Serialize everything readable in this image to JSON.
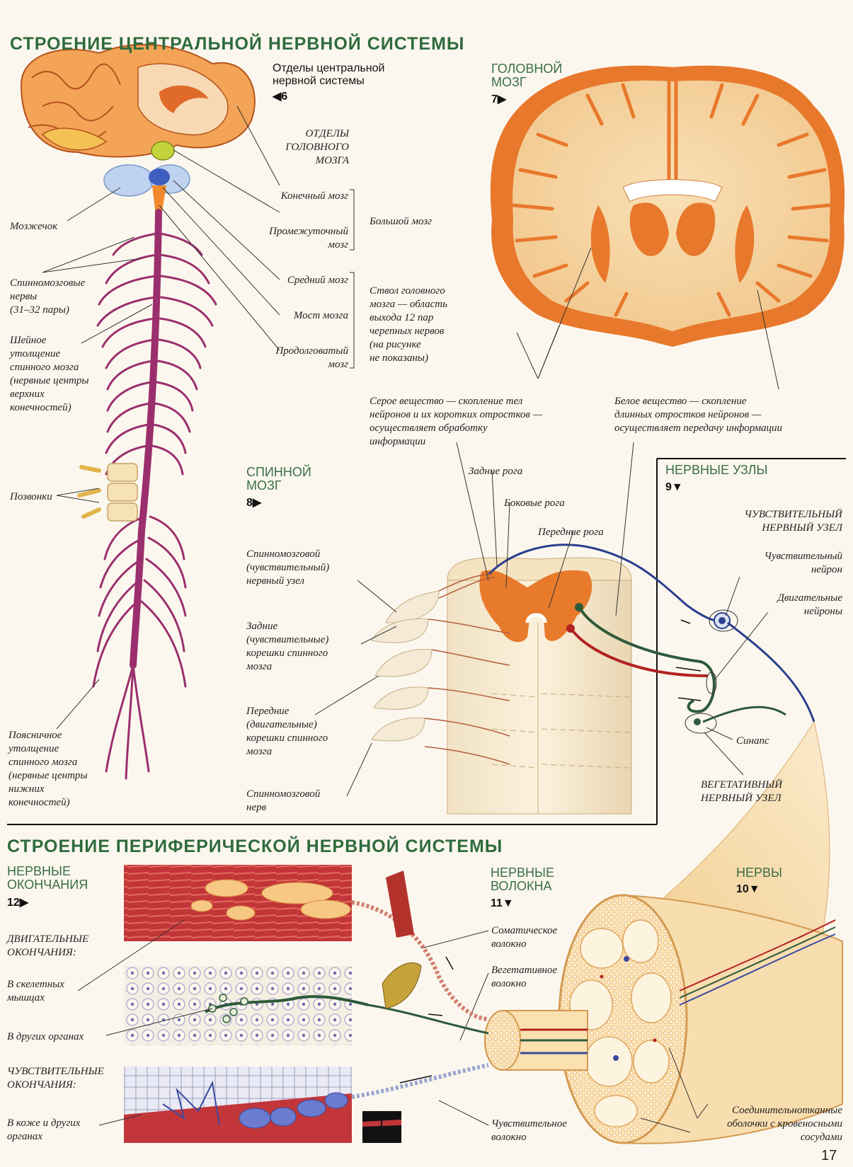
{
  "cns": {
    "title": "СТРОЕНИЕ ЦЕНТРАЛЬНОЙ НЕРВНОЙ СИСТЕМЫ",
    "sections_caption": "Отделы центральной\nнервной системы",
    "sections_ref": "◀6",
    "brain_sections_heading": "ОТДЕЛЫ\nГОЛОВНОГО\nМОЗГА",
    "telencephalon": "Конечный мозг",
    "diencephalon": "Промежуточный\nмозг",
    "cerebrum": "Большой мозг",
    "midbrain": "Средний мозг",
    "pons": "Мост мозга",
    "medulla": "Продолговатый\nмозг",
    "brainstem": "Ствол головного\nмозга — область\nвыхода 12 пар\nчерепных нервов\n(на рисунке\nне показаны)",
    "cerebellum": "Мозжечок",
    "spinal_nerves": "Спинномозговые\nнервы\n(31–32 пары)",
    "cervical": "Шейное\nутолщение\nспинного мозга\n(нервные центры\nверхних\nконечностей)",
    "vertebrae": "Позвонки",
    "lumbar": "Поясничное\nутолщение\nспинного мозга\n(нервные центры\nнижних\nконечностей)"
  },
  "brain": {
    "title": "ГОЛОВНОЙ\nМОЗГ",
    "ref": "7▶",
    "grey": "Серое вещество — скопление тел\nнейронов и их коротких отростков —\nосуществляет обработку\nинформации",
    "white": "Белое вещество — скопление\nдлинных отростков нейронов —\nосуществляет передачу информации"
  },
  "spinal": {
    "title": "СПИННОЙ\nМОЗГ",
    "ref": "8▶",
    "posterior_horns": "Задние рога",
    "lateral_horns": "Боковые рога",
    "anterior_horns": "Передние рога",
    "ganglion": "Спинномозговой\n(чувствительный)\nнервный узел",
    "posterior_roots": "Задние\n(чувствительные)\nкорешки спинного\nмозга",
    "anterior_roots": "Передние\n(двигательные)\nкорешки спинного\nмозга",
    "nerve": "Спинномозговой\nнерв"
  },
  "ganglia": {
    "title": "НЕРВНЫЕ УЗЛЫ",
    "ref": "9▼",
    "sensory_ganglion": "ЧУВСТВИТЕЛЬНЫЙ\nНЕРВНЫЙ УЗЕЛ",
    "sensory_neuron": "Чувствительный\nнейрон",
    "motor_neurons": "Двигательные\nнейроны",
    "synapse": "Синапс",
    "autonomic_ganglion": "ВЕГЕТАТИВНЫЙ\nНЕРВНЫЙ УЗЕЛ"
  },
  "pns": {
    "title": "СТРОЕНИЕ ПЕРИФЕРИЧЕСКОЙ НЕРВНОЙ СИСТЕМЫ",
    "endings_title": "НЕРВНЫЕ\nОКОНЧАНИЯ",
    "endings_ref": "12▶",
    "motor_endings": "ДВИГАТЕЛЬНЫЕ\nОКОНЧАНИЯ:",
    "skeletal": "В скелетных\nмышцах",
    "other_organs": "В других органах",
    "sensory_endings": "ЧУВСТВИТЕЛЬНЫЕ\nОКОНЧАНИЯ:",
    "skin": "В коже и других\nорганах",
    "fibers_title": "НЕРВНЫЕ\nВОЛОКНА",
    "fibers_ref": "11▼",
    "somatic": "Соматическое\nволокно",
    "autonomic": "Вегетативное\nволокно",
    "sensory_fiber": "Чувствительное\nволокно",
    "nerves_title": "НЕРВЫ",
    "nerves_ref": "10▼",
    "sheaths": "Соединительнотканные\nоболочки с кровеносными\nсосудами"
  },
  "page_number": "17",
  "colors": {
    "title_green": "#2f6b3d",
    "brain_orange": "#e07a2e",
    "white_matter": "#f6d9a8",
    "nerve_purple": "#9b2f6e",
    "sensory_blue": "#2a3f8f",
    "motor_red": "#b32222",
    "autonomic_green": "#2e5a3a"
  }
}
